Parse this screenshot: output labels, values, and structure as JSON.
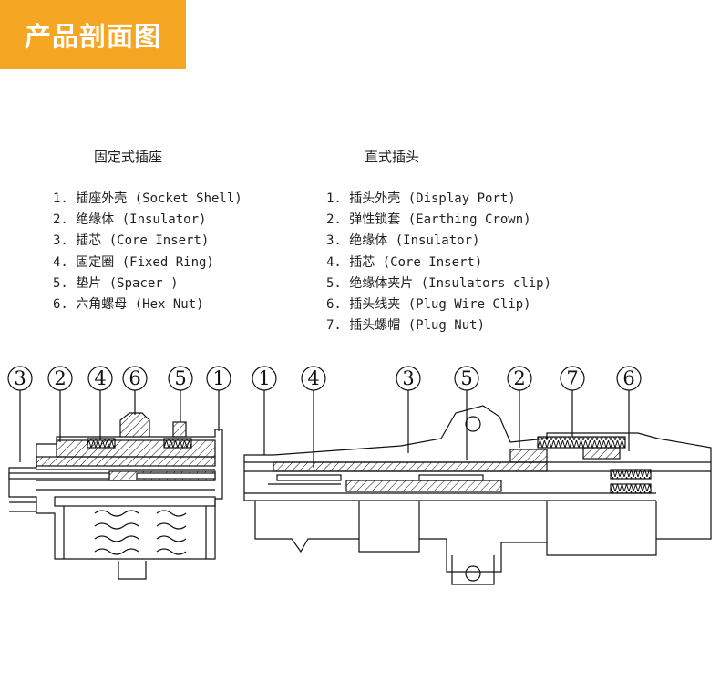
{
  "header": {
    "title": "产品剖面图"
  },
  "fixed_socket": {
    "title": "固定式插座",
    "parts": [
      "1. 插座外壳 (Socket Shell)",
      "2. 绝缘体 (Insulator)",
      "3. 插芯 (Core Insert)",
      "4. 固定圈 (Fixed Ring)",
      "5. 垫片 (Spacer )",
      "6. 六角螺母 (Hex Nut)"
    ]
  },
  "straight_plug": {
    "title": "直式插头",
    "parts": [
      "1. 插头外壳 (Display Port)",
      "2. 弹性锁套 (Earthing Crown)",
      "3. 绝缘体 (Insulator)",
      "4. 插芯 (Core Insert)",
      "5. 绝缘体夹片 (Insulators clip)",
      "6. 插头线夹 (Plug Wire Clip)",
      "7. 插头螺帽 (Plug Nut)"
    ]
  },
  "callouts": {
    "socket": [
      "3",
      "2",
      "4",
      "6",
      "5",
      "1"
    ],
    "plug": [
      "1",
      "4",
      "3",
      "5",
      "2",
      "7",
      "6"
    ]
  },
  "colors": {
    "banner": "#f5a623",
    "ink": "#111111"
  }
}
